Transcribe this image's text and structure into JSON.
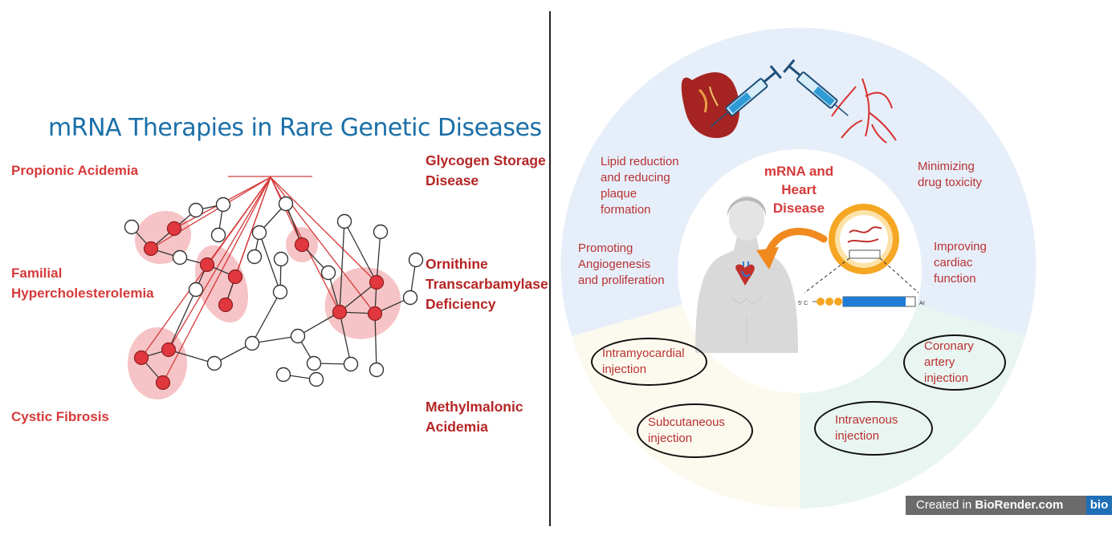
{
  "left": {
    "title": "mRNA Therapies in Rare Genetic Diseases",
    "diseases": {
      "propionic": "Propionic Acidemia",
      "familial_1": "Familial",
      "familial_2": "Hypercholesterolemia",
      "cystic": "Cystic Fibrosis",
      "glycogen_1": "Glycogen Storage",
      "glycogen_2": "Disease",
      "otc_1": "Ornithine",
      "otc_2": "Transcarbamylase",
      "otc_3": "Deficiency",
      "mma_1": "Methylmalonic",
      "mma_2": "Acidemia"
    }
  },
  "right": {
    "center_title": [
      "mRNA and",
      "Heart",
      "Disease"
    ],
    "benefits": {
      "lipid": [
        "Lipid reduction",
        "and reducing",
        "plaque",
        "formation"
      ],
      "toxicity": [
        "Minimizing",
        "drug toxicity"
      ],
      "angio": [
        "Promoting",
        "Angiogenesis",
        "and proliferation"
      ],
      "cardiac": [
        "Improving",
        "cardiac",
        "function"
      ]
    },
    "routes": {
      "intramyocardial": "Intramyocardial\ninjection",
      "subcutaneous": "Subcutaneous\ninjection",
      "coronary": "Coronary\nartery\n  injection",
      "intravenous": "Intravenous\ninjection"
    },
    "construct_labels": {
      "five_prime": "5' C",
      "tail": "Ar"
    }
  },
  "colors": {
    "title_blue": "#1a6fa8",
    "disease_red": "#d63a3a",
    "node_red": "#e0383e",
    "halo_pink": "#f6c4c6",
    "sector_blue": "#e6eef9",
    "sector_cream": "#fcf9ee",
    "sector_mint": "#e9f5f1",
    "lipid_orange": "#f5a623"
  },
  "footer": {
    "created_in": "Created in ",
    "brand": "BioRender.com",
    "logo": "bio"
  }
}
